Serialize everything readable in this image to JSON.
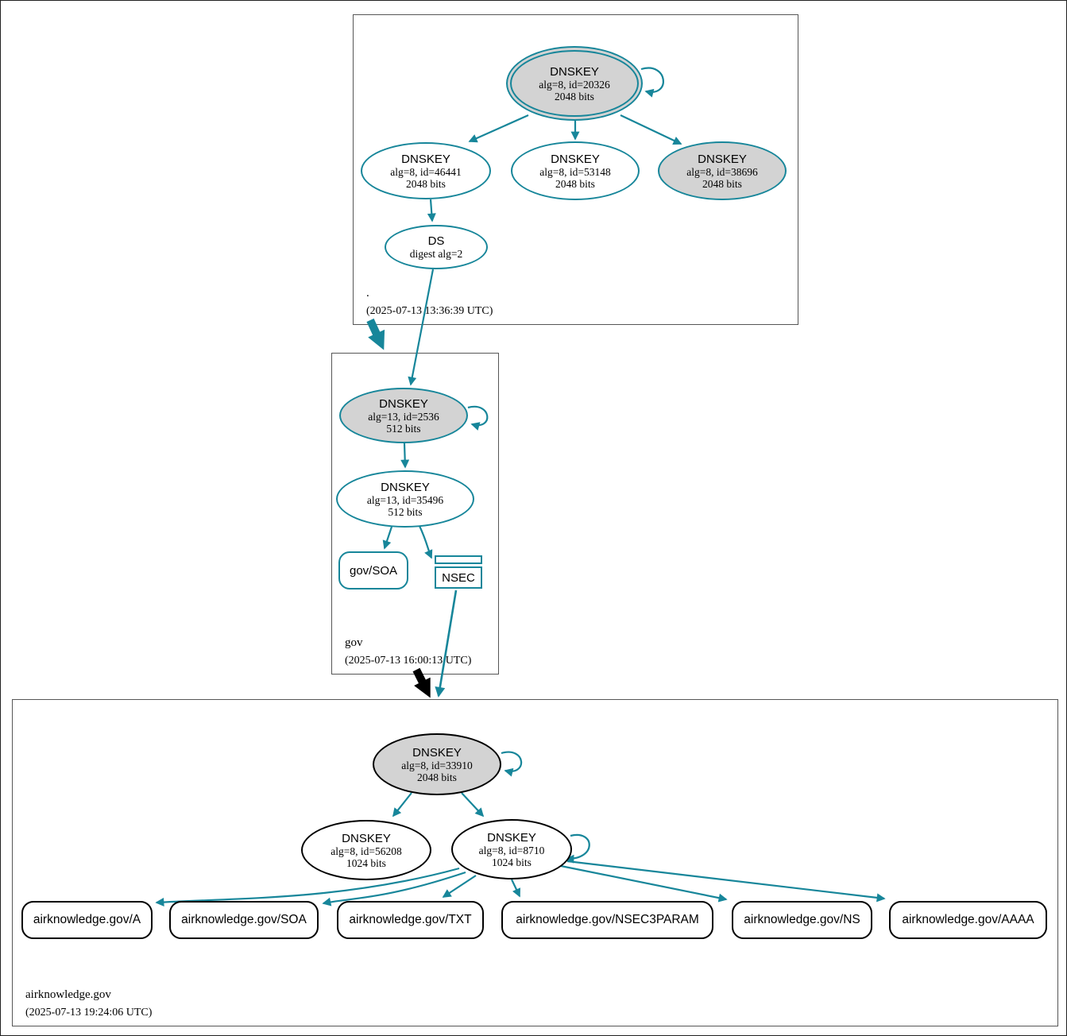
{
  "colors": {
    "teal": "#17869a",
    "grayfill": "#d3d3d3",
    "boxborder": "#565656"
  },
  "root_zone": {
    "label": ".",
    "timestamp": "(2025-07-13 13:36:39 UTC)",
    "ksk": {
      "title": "DNSKEY",
      "detail": "alg=8, id=20326",
      "bits": "2048 bits"
    },
    "zsk1": {
      "title": "DNSKEY",
      "detail": "alg=8, id=46441",
      "bits": "2048 bits"
    },
    "zsk2": {
      "title": "DNSKEY",
      "detail": "alg=8, id=53148",
      "bits": "2048 bits"
    },
    "zsk3": {
      "title": "DNSKEY",
      "detail": "alg=8, id=38696",
      "bits": "2048 bits"
    },
    "ds": {
      "title": "DS",
      "detail": "digest alg=2"
    }
  },
  "gov_zone": {
    "label": "gov",
    "timestamp": "(2025-07-13 16:00:13 UTC)",
    "ksk": {
      "title": "DNSKEY",
      "detail": "alg=13, id=2536",
      "bits": "512 bits"
    },
    "zsk": {
      "title": "DNSKEY",
      "detail": "alg=13, id=35496",
      "bits": "512 bits"
    },
    "soa": {
      "label": "gov/SOA"
    },
    "nsec": {
      "label": "NSEC"
    }
  },
  "airknowledge_zone": {
    "label": "airknowledge.gov",
    "timestamp": "(2025-07-13 19:24:06 UTC)",
    "ksk": {
      "title": "DNSKEY",
      "detail": "alg=8, id=33910",
      "bits": "2048 bits"
    },
    "zsk1": {
      "title": "DNSKEY",
      "detail": "alg=8, id=56208",
      "bits": "1024 bits"
    },
    "zsk2": {
      "title": "DNSKEY",
      "detail": "alg=8, id=8710",
      "bits": "1024 bits"
    },
    "rrsets": [
      {
        "label": "airknowledge.gov/A"
      },
      {
        "label": "airknowledge.gov/SOA"
      },
      {
        "label": "airknowledge.gov/TXT"
      },
      {
        "label": "airknowledge.gov/NSEC3PARAM"
      },
      {
        "label": "airknowledge.gov/NS"
      },
      {
        "label": "airknowledge.gov/AAAA"
      }
    ]
  }
}
